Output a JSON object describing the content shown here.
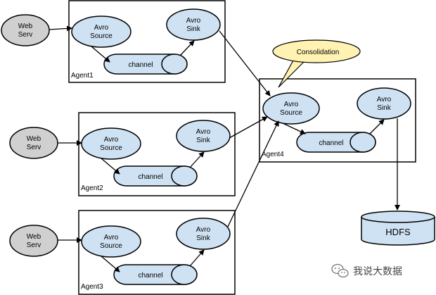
{
  "colors": {
    "node_fill": "#cfe2f3",
    "web_fill": "#d0d0d0",
    "stroke": "#000000",
    "callout_fill": "#fff2b3"
  },
  "web_serv": [
    "Web",
    "Serv"
  ],
  "avro_source": [
    "Avro",
    "Source"
  ],
  "avro_sink": [
    "Avro",
    "Sink"
  ],
  "channel": "channel",
  "agents": [
    "Agent1",
    "Agent2",
    "Agent3",
    "Agent4"
  ],
  "consolidation": "Consolidation",
  "hdfs": "HDFS",
  "watermark": {
    "icon": "wechat-icon",
    "text": "我说大数据"
  }
}
